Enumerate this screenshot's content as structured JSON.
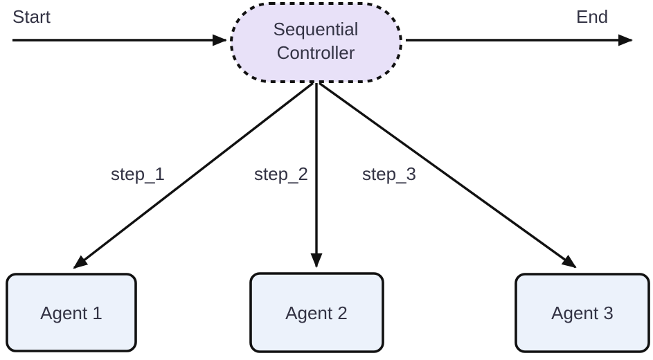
{
  "diagram": {
    "type": "flowchart",
    "start_label": "Start",
    "end_label": "End",
    "controller": {
      "line1": "Sequential",
      "line2": "Controller",
      "shape": "stadium-dashed"
    },
    "edges": [
      {
        "label": "step_1",
        "from": "sequential-controller",
        "to": "agent-1"
      },
      {
        "label": "step_2",
        "from": "sequential-controller",
        "to": "agent-2"
      },
      {
        "label": "step_3",
        "from": "sequential-controller",
        "to": "agent-3"
      }
    ],
    "agents": [
      {
        "label": "Agent 1"
      },
      {
        "label": "Agent 2"
      },
      {
        "label": "Agent 3"
      }
    ],
    "colors": {
      "line": "#111111",
      "text": "#333344",
      "controller_fill": "#e8e1f8",
      "controller_border": "#111111",
      "agent_fill": "#ecf2fb",
      "agent_border": "#111111",
      "background": "#ffffff"
    }
  }
}
